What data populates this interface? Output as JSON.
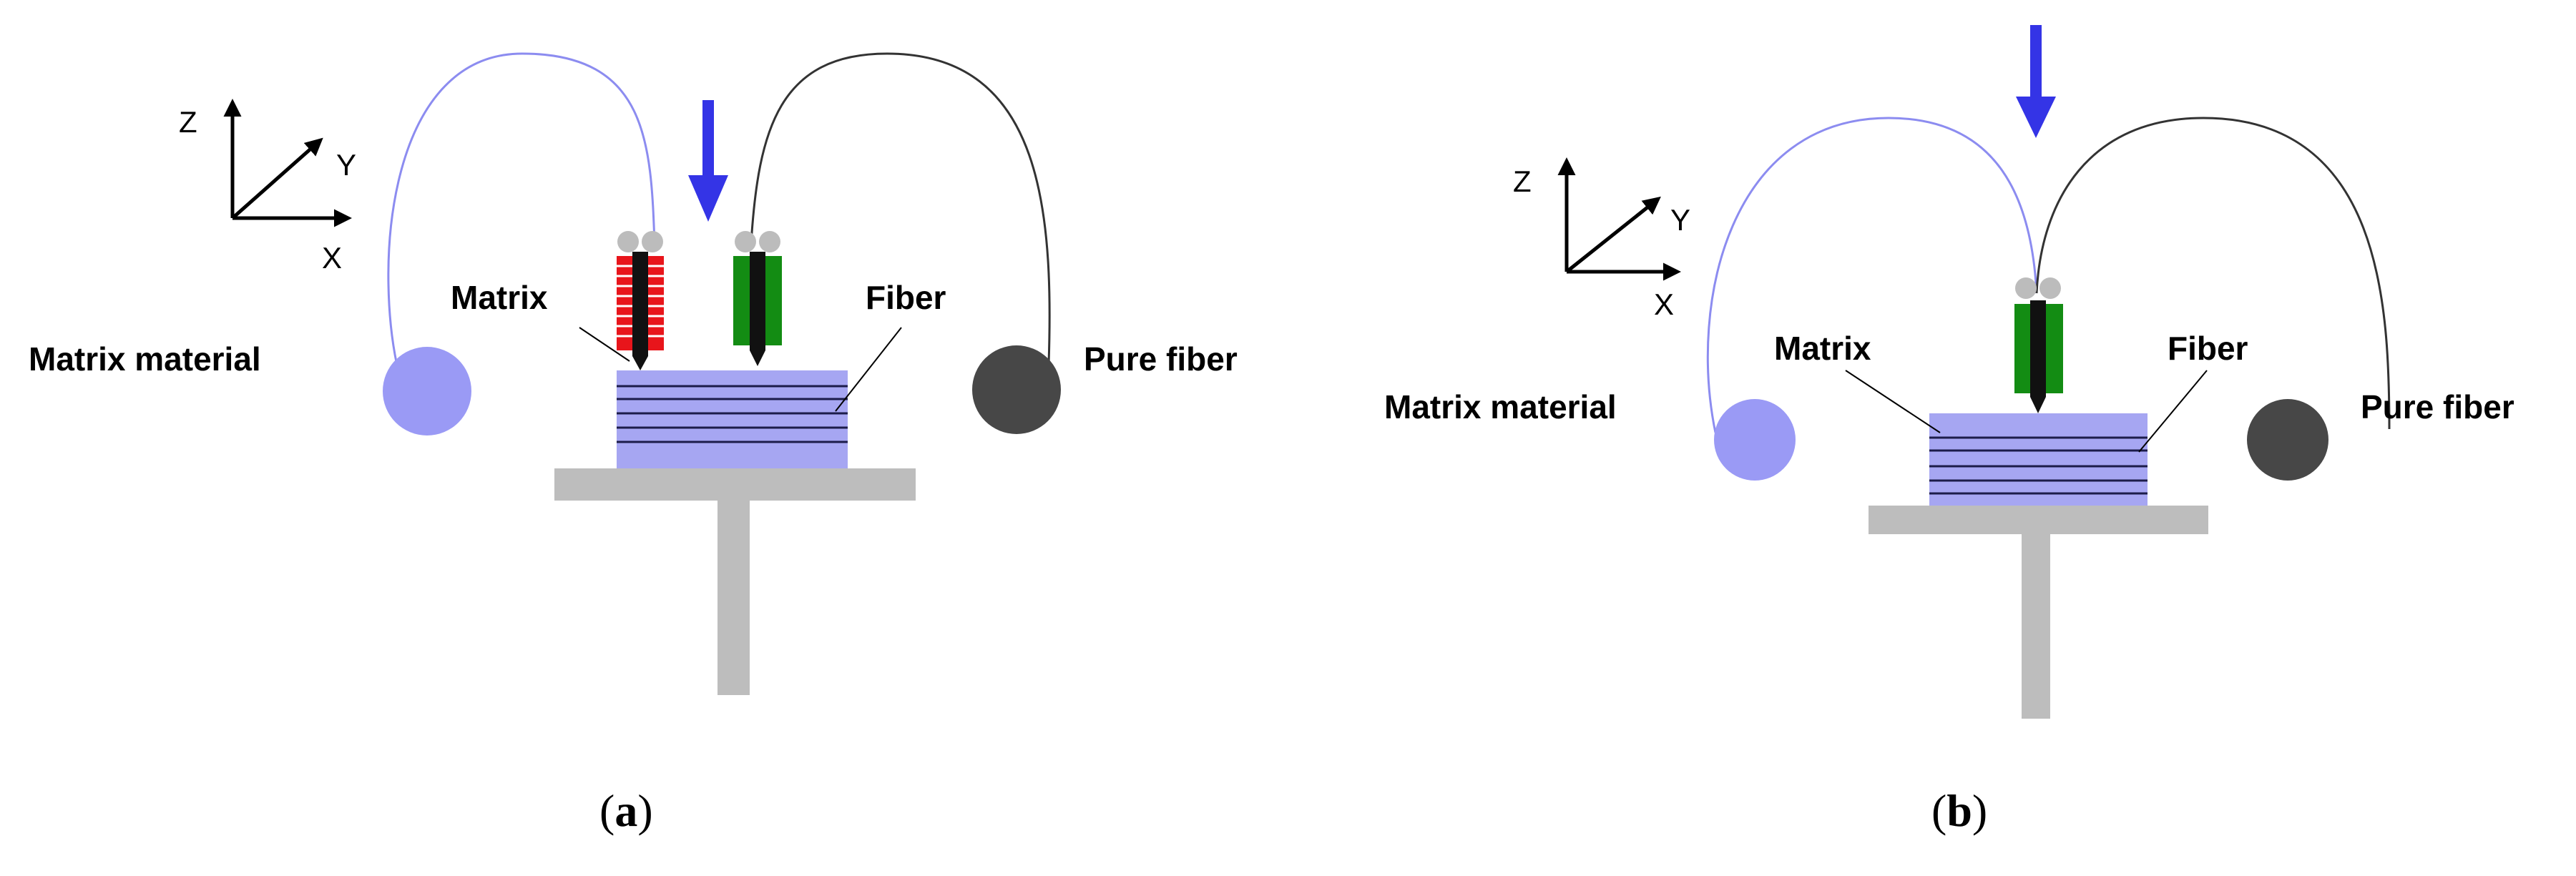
{
  "colors": {
    "matrix_spool": "#9a9af5",
    "matrix_filament": "#8c8cf0",
    "fiber_spool": "#474747",
    "fiber_filament": "#333333",
    "print_block": "#a6a6f2",
    "fiber_lines": "#1c1c4a",
    "platform": "#bdbdbd",
    "heater_red": "#e8151b",
    "heater_green": "#138c13",
    "feed_arrow": "#3434e6",
    "rollers": "#bcbcbc"
  },
  "panels": [
    {
      "axes": {
        "z": "Z",
        "y": "Y",
        "x": "X"
      },
      "matrix_label": "Matrix",
      "fiber_label": "Fiber",
      "matrix_material_label": "Matrix material",
      "pure_fiber_label": "Pure fiber",
      "caption": {
        "open": "(",
        "letter": "a",
        "close": ")"
      }
    },
    {
      "axes": {
        "z": "Z",
        "y": "Y",
        "x": "X"
      },
      "matrix_label": "Matrix",
      "fiber_label": "Fiber",
      "matrix_material_label": "Matrix material",
      "pure_fiber_label": "Pure fiber",
      "caption": {
        "open": "(",
        "letter": "b",
        "close": ")"
      }
    }
  ]
}
